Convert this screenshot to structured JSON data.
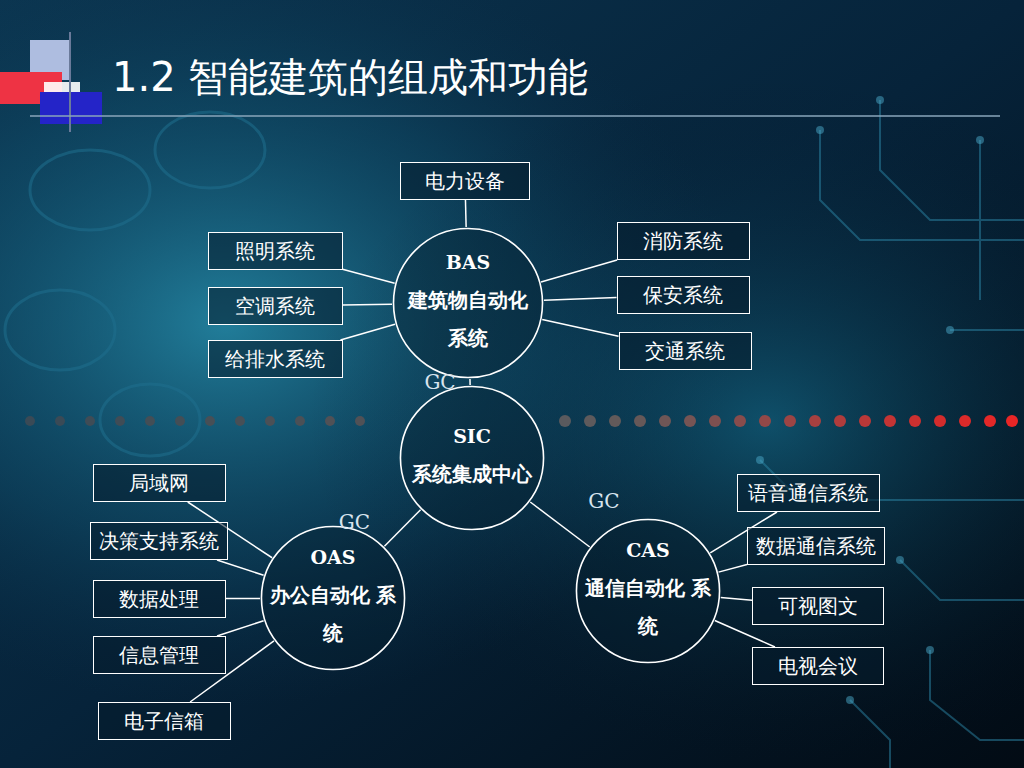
{
  "diagram": {
    "title": "1.2 智能建筑的组成和功能",
    "nodes": [
      {
        "text": [
          "电力设备"
        ]
      },
      {
        "text": [
          "照明系统"
        ]
      },
      {
        "text": [
          "BAS",
          "建筑物自动化 系统"
        ]
      },
      {
        "text": [
          "消防系统"
        ]
      },
      {
        "text": [
          "空调系统"
        ]
      },
      {
        "text": [
          "保安系统"
        ]
      },
      {
        "text": [
          "给排水系统"
        ]
      },
      {
        "text": [
          "交通系统"
        ]
      },
      {
        "text": [
          "SIC",
          "系统集成中心"
        ]
      },
      {
        "text": [
          "局域网"
        ]
      },
      {
        "text": [
          "决策支持系统"
        ]
      },
      {
        "text": [
          "数据处理"
        ]
      },
      {
        "text": [
          "OAS",
          "办公自动化 系统"
        ]
      },
      {
        "text": [
          "信息管理"
        ]
      },
      {
        "text": [
          "电子信箱"
        ]
      },
      {
        "text": [
          "语音通信系统"
        ]
      },
      {
        "text": [
          "CAS",
          "通信自动化 系统"
        ]
      },
      {
        "text": [
          "数据通信系统"
        ]
      },
      {
        "text": [
          "可视图文"
        ]
      },
      {
        "text": [
          "电视会议"
        ]
      }
    ],
    "edges": [
      {
        "from": 0,
        "to": 2,
        "arrow": "none"
      },
      {
        "from": 1,
        "to": 2,
        "arrow": "none"
      },
      {
        "from": 4,
        "to": 2,
        "arrow": "none"
      },
      {
        "from": 6,
        "to": 2,
        "arrow": "none"
      },
      {
        "from": 2,
        "to": 3,
        "arrow": "none"
      },
      {
        "from": 2,
        "to": 5,
        "arrow": "none"
      },
      {
        "from": 2,
        "to": 7,
        "arrow": "none"
      },
      {
        "from": 2,
        "to": 8,
        "label": "GC",
        "arrow": "none"
      },
      {
        "from": 8,
        "to": 12,
        "label": "GC",
        "arrow": "none"
      },
      {
        "from": 8,
        "to": 16,
        "label": "GC",
        "arrow": "none"
      },
      {
        "from": 12,
        "to": 9,
        "arrow": "none"
      },
      {
        "from": 12,
        "to": 10,
        "arrow": "none"
      },
      {
        "from": 12,
        "to": 11,
        "arrow": "none"
      },
      {
        "from": 12,
        "to": 13,
        "arrow": "none"
      },
      {
        "from": 12,
        "to": 14,
        "arrow": "none"
      },
      {
        "from": 16,
        "to": 15,
        "arrow": "none"
      },
      {
        "from": 16,
        "to": 17,
        "arrow": "none"
      },
      {
        "from": 16,
        "to": 18,
        "arrow": "none"
      },
      {
        "from": 16,
        "to": 19,
        "arrow": "none"
      }
    ]
  }
}
